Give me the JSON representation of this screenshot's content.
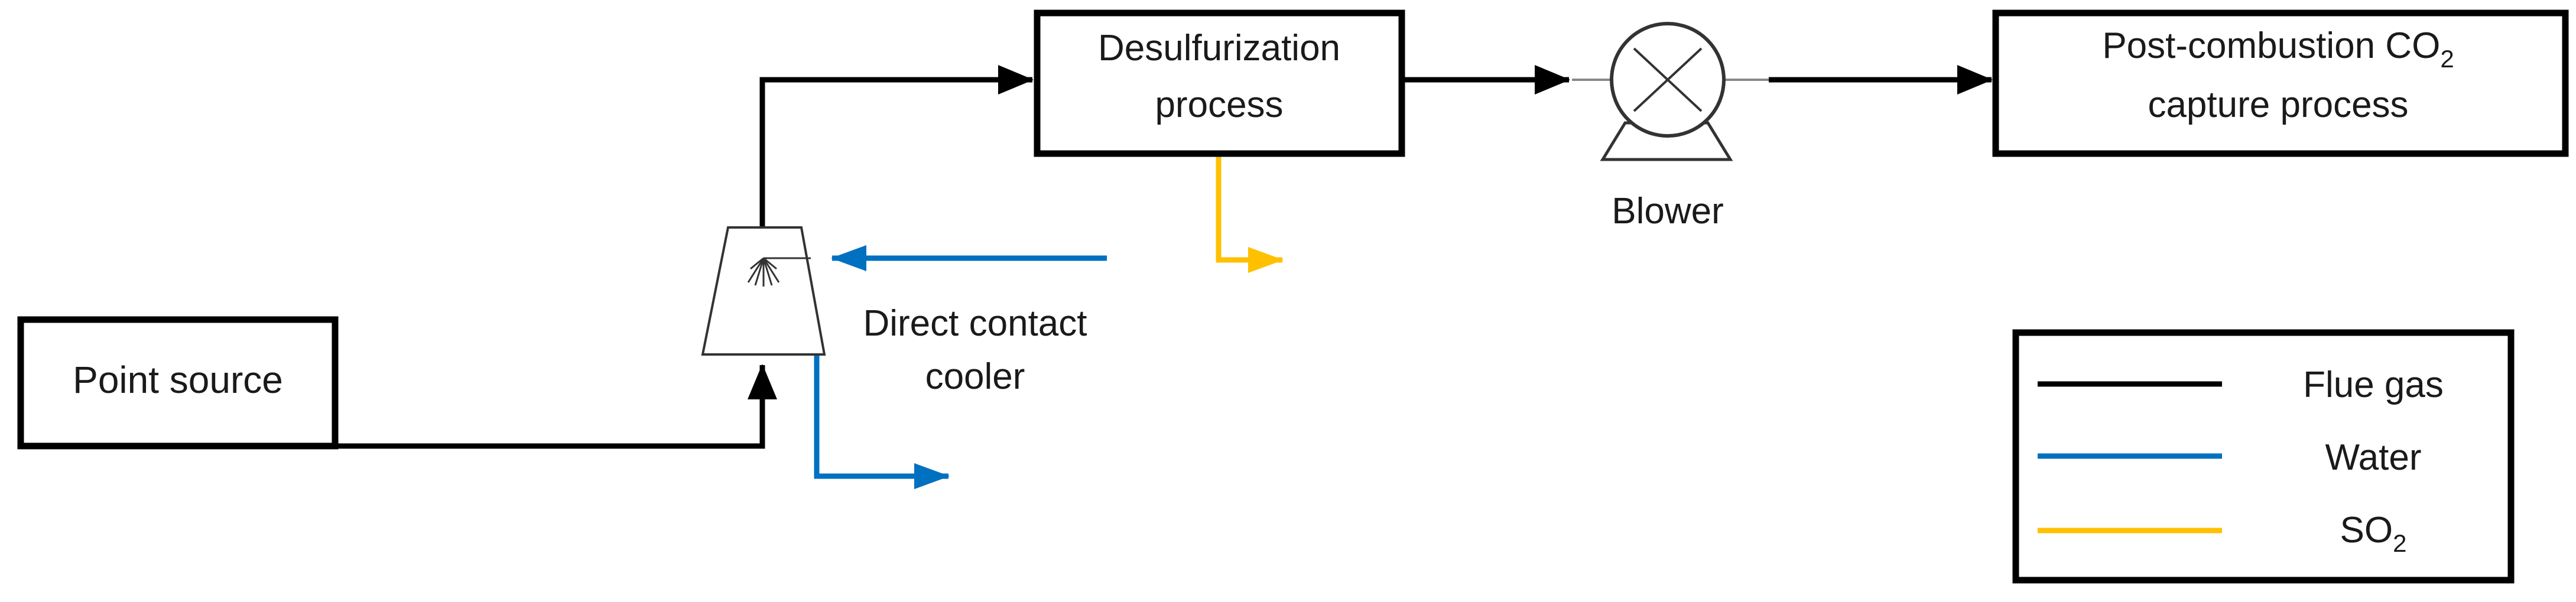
{
  "nodes": {
    "point_source": {
      "label": "Point source"
    },
    "desulfurization": {
      "line1": "Desulfurization",
      "line2": "process"
    },
    "co2_capture": {
      "line1_main": "Post-combustion CO",
      "line1_sub": "2",
      "line2": "capture process"
    },
    "blower": {
      "label": "Blower"
    },
    "dcc": {
      "line1": "Direct contact",
      "line2": "cooler"
    }
  },
  "legend": {
    "items": [
      {
        "label": "Flue gas",
        "color": "#000000"
      },
      {
        "label": "Water",
        "color": "#0070c0"
      },
      {
        "label": "SO",
        "sub": "2",
        "color": "#ffc000"
      }
    ]
  },
  "colors": {
    "flue_gas": "#000000",
    "water": "#0070c0",
    "so2": "#ffc000"
  }
}
